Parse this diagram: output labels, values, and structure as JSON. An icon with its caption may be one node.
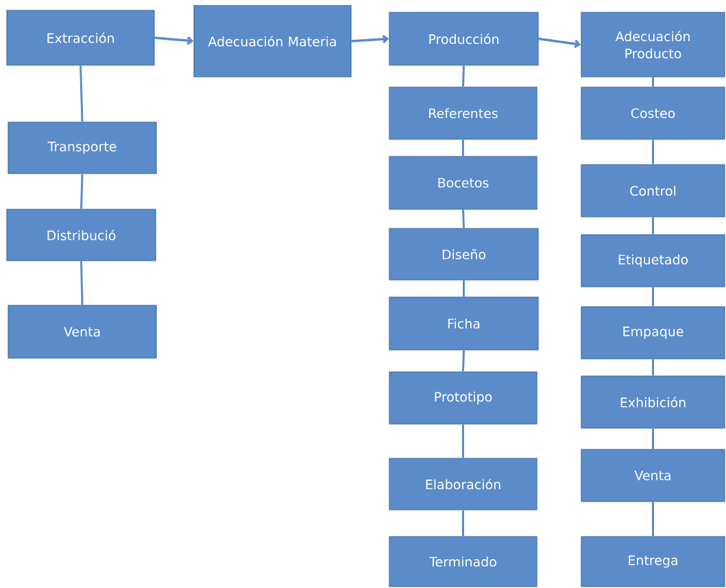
{
  "diagram": {
    "nodes": [
      {
        "text": [
          "Extracción"
        ]
      },
      {
        "text": [
          "Adecuación Materia"
        ]
      },
      {
        "text": [
          "Producción"
        ]
      },
      {
        "text": [
          "Adecuación Producto"
        ]
      },
      {
        "text": [
          "Transporte"
        ]
      },
      {
        "text": [
          "Distribució"
        ]
      },
      {
        "text": [
          "Venta"
        ]
      },
      {
        "text": [
          "Referentes"
        ]
      },
      {
        "text": [
          "Bocetos"
        ]
      },
      {
        "text": [
          "Diseño"
        ]
      },
      {
        "text": [
          "Ficha"
        ]
      },
      {
        "text": [
          "Prototipo"
        ]
      },
      {
        "text": [
          "Elaboración"
        ]
      },
      {
        "text": [
          "Terminado"
        ]
      },
      {
        "text": [
          "Costeo"
        ]
      },
      {
        "text": [
          "Control"
        ]
      },
      {
        "text": [
          "Etiquetado"
        ]
      },
      {
        "text": [
          "Empaque"
        ]
      },
      {
        "text": [
          "Exhibición"
        ]
      },
      {
        "text": [
          "Venta"
        ]
      },
      {
        "text": [
          "Entrega"
        ]
      }
    ],
    "edges": [
      {
        "from": 0,
        "to": 1,
        "arrow": "to"
      },
      {
        "from": 1,
        "to": 2,
        "arrow": "to"
      },
      {
        "from": 2,
        "to": 3,
        "arrow": "to"
      },
      {
        "from": 0,
        "to": 4,
        "arrow": "none"
      },
      {
        "from": 4,
        "to": 5,
        "arrow": "none"
      },
      {
        "from": 5,
        "to": 6,
        "arrow": "none"
      },
      {
        "from": 2,
        "to": 7,
        "arrow": "none"
      },
      {
        "from": 7,
        "to": 8,
        "arrow": "none"
      },
      {
        "from": 8,
        "to": 9,
        "arrow": "none"
      },
      {
        "from": 9,
        "to": 10,
        "arrow": "none"
      },
      {
        "from": 10,
        "to": 11,
        "arrow": "none"
      },
      {
        "from": 11,
        "to": 12,
        "arrow": "none"
      },
      {
        "from": 12,
        "to": 13,
        "arrow": "none"
      },
      {
        "from": 3,
        "to": 14,
        "arrow": "none"
      },
      {
        "from": 14,
        "to": 15,
        "arrow": "none"
      },
      {
        "from": 15,
        "to": 16,
        "arrow": "none"
      },
      {
        "from": 16,
        "to": 17,
        "arrow": "none"
      },
      {
        "from": 17,
        "to": 18,
        "arrow": "none"
      },
      {
        "from": 18,
        "to": 19,
        "arrow": "none"
      },
      {
        "from": 19,
        "to": 20,
        "arrow": "none"
      }
    ]
  }
}
